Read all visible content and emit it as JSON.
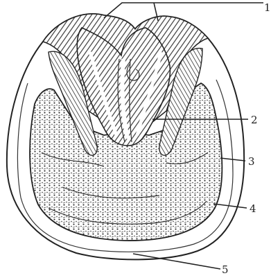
{
  "figure": {
    "colors": {
      "ink": "#222222",
      "hatch_dark": "#3a3a3a",
      "paper": "#ffffff",
      "wall_shade": "#cfcfcf"
    },
    "labels": [
      {
        "id": "label-1",
        "text": "1"
      },
      {
        "id": "label-2",
        "text": "2"
      },
      {
        "id": "label-3",
        "text": "3"
      },
      {
        "id": "label-4",
        "text": "4"
      },
      {
        "id": "label-5",
        "text": "5"
      }
    ]
  }
}
